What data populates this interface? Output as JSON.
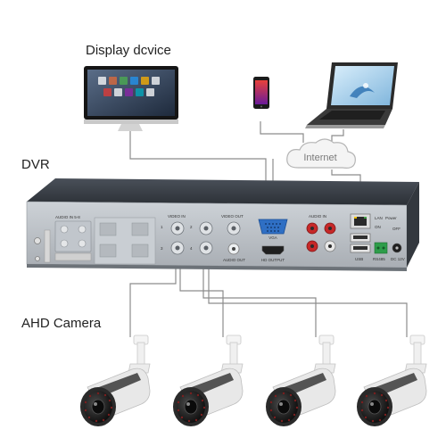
{
  "labels": {
    "display_device": "Display dcvice",
    "dvr": "DVR",
    "ahd_camera": "AHD Camera",
    "internet": "Internet"
  },
  "panel": {
    "audio_in_58": "AUDIO IN 5-8",
    "video_in": "VIDEO IN",
    "video_out": "VIDEO OUT",
    "audio_in": "AUDIO IN",
    "vga": "VGA",
    "hd_output": "HD OUTPUT",
    "audio_out": "AUDIO OUT",
    "usb": "USB",
    "lan": "LAN",
    "power": "Power",
    "on": "ON",
    "off": "OFF",
    "rs485": "RS485",
    "dc12v": "DC 12V",
    "port_1": "1",
    "port_2": "2",
    "port_3": "3",
    "port_4": "4"
  },
  "colors": {
    "cable": "#8c8c8c",
    "dvr_top": "#3b4048",
    "dvr_front": "#b9bec4",
    "vga_blue": "#2f6fc4",
    "rca_red": "#c62828",
    "terminal_green": "#2e9d4a",
    "camera_body": "#ececec",
    "camera_lens": "#1c1c1c"
  },
  "icons": [
    "monitor-icon",
    "smartphone-icon",
    "laptop-icon",
    "cloud-icon",
    "dvr-device",
    "camera-icon"
  ]
}
